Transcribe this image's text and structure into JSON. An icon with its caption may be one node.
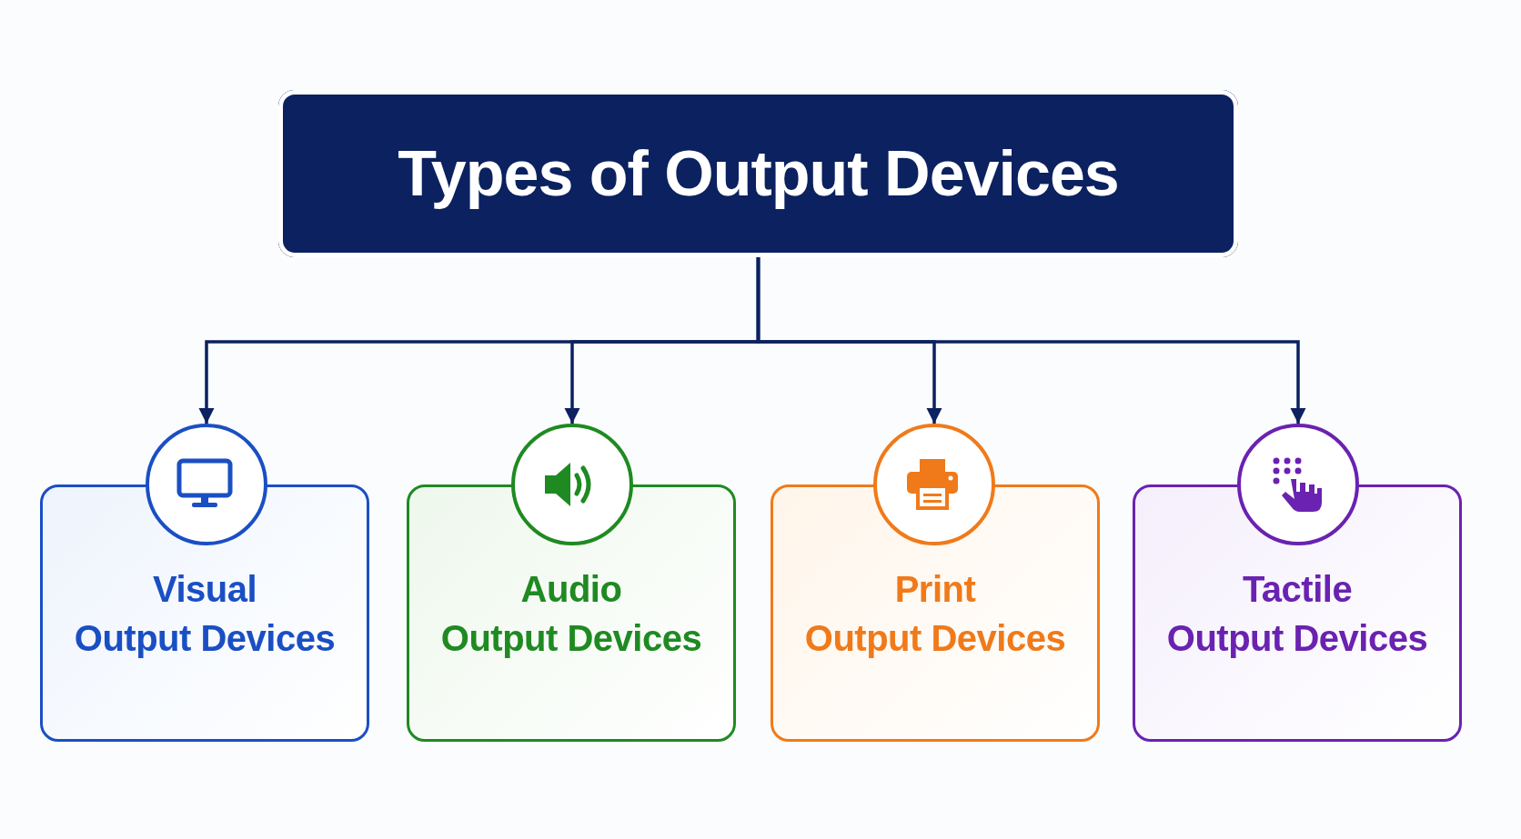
{
  "diagram": {
    "nodes": [
      {
        "text": [
          "Types of Output Devices"
        ]
      },
      {
        "text": [
          "Visual",
          "Output Devices"
        ]
      },
      {
        "text": [
          "Audio",
          "Output Devices"
        ]
      },
      {
        "text": [
          "Print",
          "Output Devices"
        ]
      },
      {
        "text": [
          "Tactile",
          "Output Devices"
        ]
      }
    ],
    "edges": [
      {
        "from": 0,
        "to": 1,
        "arrow": "to"
      },
      {
        "from": 0,
        "to": 2,
        "arrow": "to"
      },
      {
        "from": 0,
        "to": 3,
        "arrow": "to"
      },
      {
        "from": 0,
        "to": 4,
        "arrow": "to"
      }
    ]
  }
}
